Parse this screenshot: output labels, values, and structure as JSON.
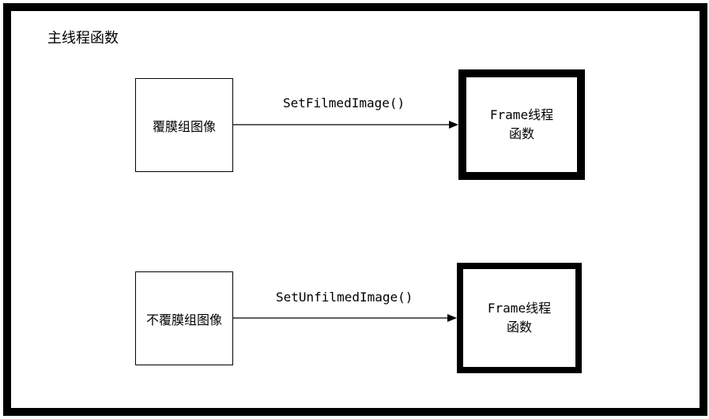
{
  "diagram": {
    "title": "主线程函数",
    "rows": [
      {
        "source": "覆膜组图像",
        "call": "SetFilmedImage()",
        "target_line1": "Frame线程",
        "target_line2": "函数"
      },
      {
        "source": "不覆膜组图像",
        "call": "SetUnfilmedImage()",
        "target_line1": "Frame线程",
        "target_line2": "函数"
      }
    ]
  }
}
